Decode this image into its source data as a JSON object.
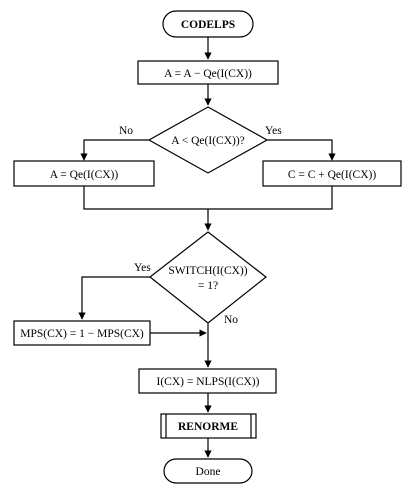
{
  "flowchart": {
    "start_label": "CODELPS",
    "step_subtract": "A = A − Qe(I(CX))",
    "decision_compare": "A < Qe(I(CX))?",
    "branch_no": "No",
    "branch_yes": "Yes",
    "step_assign_a": "A = Qe(I(CX))",
    "step_add_c": "C = C + Qe(I(CX))",
    "decision_switch_line1": "SWITCH(I(CX))",
    "decision_switch_line2": "= 1?",
    "branch_yes_2": "Yes",
    "branch_no_2": "No",
    "step_flip_mps": "MPS(CX) = 1 − MPS(CX)",
    "step_nlps": "I(CX) = NLPS(I(CX))",
    "renorme_label": "RENORME",
    "end_label": "Done"
  }
}
